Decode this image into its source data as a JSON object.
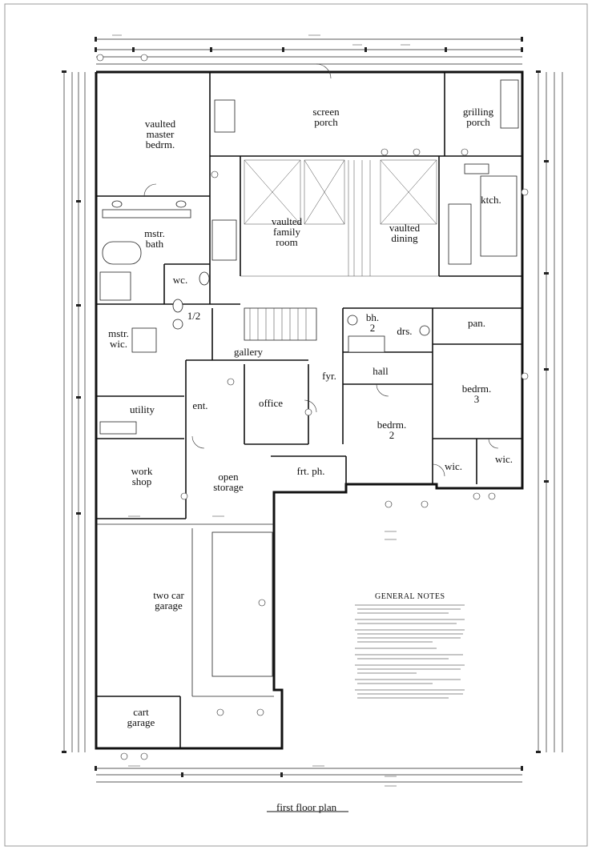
{
  "rooms": {
    "master_bedroom": "vaulted\nmaster\nbedrm.",
    "screen_porch": "screen\nporch",
    "grilling_porch": "grilling\nporch",
    "master_bath": "mstr.\nbath",
    "family_room": "vaulted\nfamily\nroom",
    "dining": "vaulted\ndining",
    "kitchen": "ktch.",
    "wc": "wc.",
    "half_bath": "1/2",
    "bath2": "bh.\n2",
    "dressing": "drs.",
    "pantry": "pan.",
    "master_wic": "mstr.\nwic.",
    "gallery": "gallery",
    "foyer": "fyr.",
    "hall": "hall",
    "bedroom3": "bedrm.\n3",
    "utility": "utility",
    "entry": "ent.",
    "office": "office",
    "bedroom2": "bedrm.\n2",
    "workshop": "work\nshop",
    "open_storage": "open\nstorage",
    "front_porch": "frt. ph.",
    "wic_a": "wic.",
    "wic_b": "wic.",
    "garage": "two car\ngarage",
    "cart_garage": "cart\ngarage"
  },
  "general_notes": {
    "title": "GENERAL NOTES"
  },
  "plan": {
    "title": "first floor plan"
  }
}
